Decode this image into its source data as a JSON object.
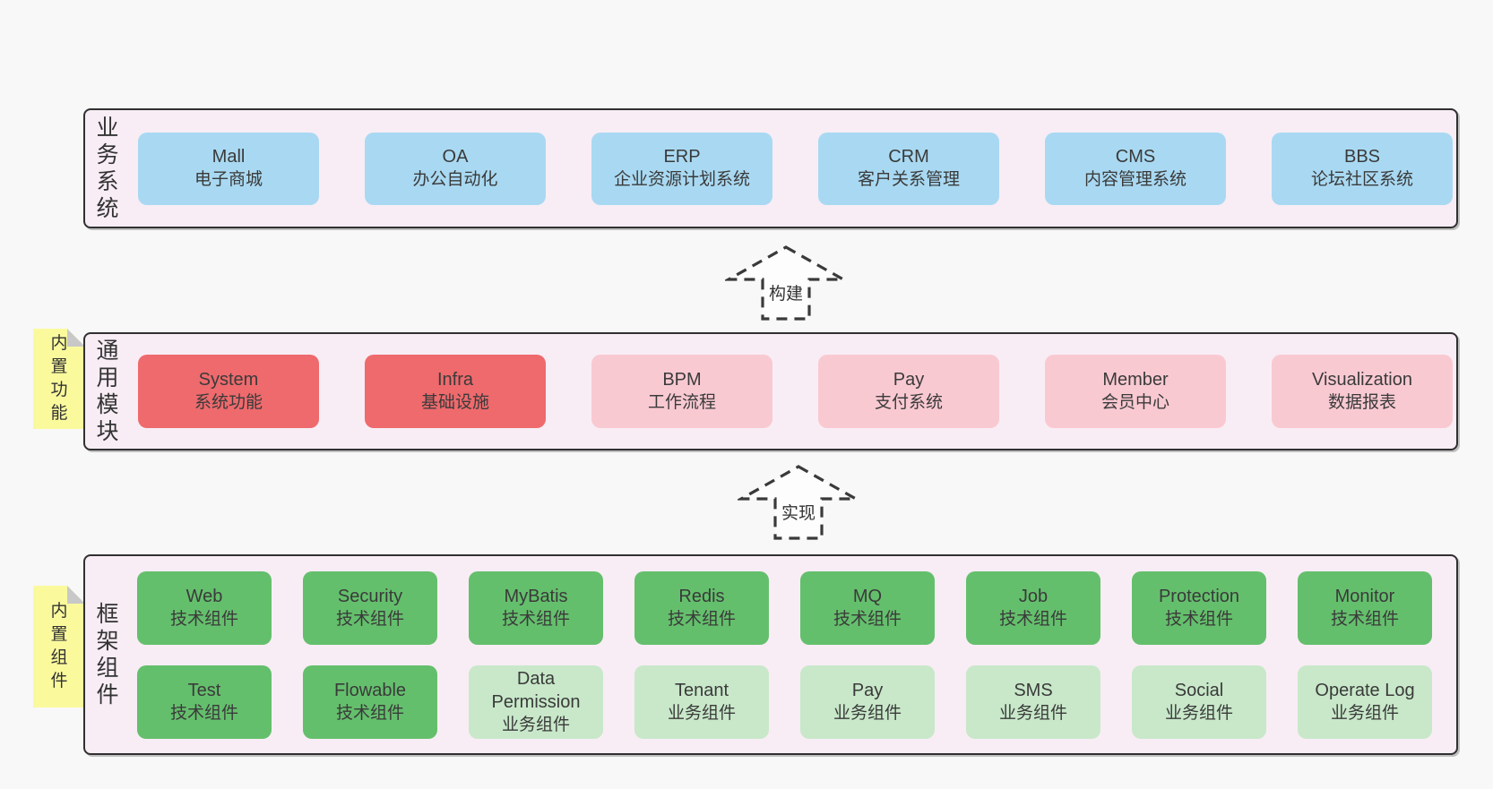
{
  "colors": {
    "page_bg": "#f8f8f8",
    "layer_bg": "#f8edf5",
    "layer_border": "#303030",
    "blue": "#a9d9f2",
    "red": "#ee6a6d",
    "pink": "#f9c9d2",
    "green": "#64bf6c",
    "light_green": "#c8e8c9",
    "yellow": "#fafa9d",
    "fold_gray": "#c8c8c8",
    "text": "#3a3a3a",
    "arrow_stroke": "#3a3a3a",
    "arrow_fill": "#fdfdfd"
  },
  "layers": {
    "business": {
      "label": "业务系统",
      "boxes": [
        {
          "title": "Mall",
          "subtitle": "电子商城",
          "color": "blue"
        },
        {
          "title": "OA",
          "subtitle": "办公自动化",
          "color": "blue"
        },
        {
          "title": "ERP",
          "subtitle": "企业资源计划系统",
          "color": "blue"
        },
        {
          "title": "CRM",
          "subtitle": "客户关系管理",
          "color": "blue"
        },
        {
          "title": "CMS",
          "subtitle": "内容管理系统",
          "color": "blue"
        },
        {
          "title": "BBS",
          "subtitle": "论坛社区系统",
          "color": "blue"
        }
      ]
    },
    "modules": {
      "label": "通用模块",
      "tab": "内置功能",
      "boxes": [
        {
          "title": "System",
          "subtitle": "系统功能",
          "color": "red"
        },
        {
          "title": "Infra",
          "subtitle": "基础设施",
          "color": "red"
        },
        {
          "title": "BPM",
          "subtitle": "工作流程",
          "color": "pink"
        },
        {
          "title": "Pay",
          "subtitle": "支付系统",
          "color": "pink"
        },
        {
          "title": "Member",
          "subtitle": "会员中心",
          "color": "pink"
        },
        {
          "title": "Visualization",
          "subtitle": "数据报表",
          "color": "pink"
        }
      ]
    },
    "components": {
      "label": "框架组件",
      "tab": "内置组件",
      "row1": [
        {
          "title": "Web",
          "subtitle": "技术组件",
          "color": "green"
        },
        {
          "title": "Security",
          "subtitle": "技术组件",
          "color": "green"
        },
        {
          "title": "MyBatis",
          "subtitle": "技术组件",
          "color": "green"
        },
        {
          "title": "Redis",
          "subtitle": "技术组件",
          "color": "green"
        },
        {
          "title": "MQ",
          "subtitle": "技术组件",
          "color": "green"
        },
        {
          "title": "Job",
          "subtitle": "技术组件",
          "color": "green"
        },
        {
          "title": "Protection",
          "subtitle": "技术组件",
          "color": "green"
        },
        {
          "title": "Monitor",
          "subtitle": "技术组件",
          "color": "green"
        }
      ],
      "row2": [
        {
          "title": "Test",
          "subtitle": "技术组件",
          "color": "green"
        },
        {
          "title": "Flowable",
          "subtitle": "技术组件",
          "color": "green"
        },
        {
          "title": "Data Permission",
          "subtitle": "业务组件",
          "color": "light_green"
        },
        {
          "title": "Tenant",
          "subtitle": "业务组件",
          "color": "light_green"
        },
        {
          "title": "Pay",
          "subtitle": "业务组件",
          "color": "light_green"
        },
        {
          "title": "SMS",
          "subtitle": "业务组件",
          "color": "light_green"
        },
        {
          "title": "Social",
          "subtitle": "业务组件",
          "color": "light_green"
        },
        {
          "title": "Operate Log",
          "subtitle": "业务组件",
          "color": "light_green"
        }
      ]
    }
  },
  "arrows": {
    "build": {
      "label": "构建"
    },
    "implement": {
      "label": "实现"
    }
  }
}
